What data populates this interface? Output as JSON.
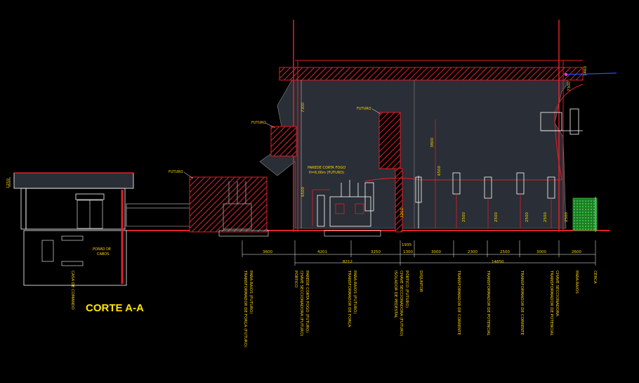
{
  "title": "CORTE A-A",
  "annotations": {
    "futuro_1": "FUTURO",
    "futuro_2": "FUTURO",
    "futuro_3": "FUTURO",
    "parede_corta_fogo_1": "PAREDE CORTA FOGO",
    "parede_corta_fogo_2": "H=6,00m (FUTURO)",
    "porao_1": "PORÃO DE",
    "porao_2": "CABOS"
  },
  "dimensions": {
    "h_3600": "3600",
    "h_4201": "4201",
    "h_3250": "3250",
    "h_1300": "1300",
    "h_3000": "3000",
    "h_2300": "2300",
    "h_2500": "2500",
    "h_3000b": "3000",
    "h_2600": "2600",
    "h_8212": "8212",
    "h_14850": "14850",
    "h_1935": "1935",
    "v_1460": "1460",
    "v_7300a": "7300",
    "v_7300b": "7300",
    "v_6500a": "6500",
    "v_6500b": "6500",
    "v_3800": "3800",
    "v_3200": "3200",
    "v_2500a": "2500",
    "v_2500b": "2500",
    "v_2500c": "2500",
    "v_2500d": "2500",
    "v_2500e": "2500",
    "v_1250": "1250"
  },
  "equipment_labels": [
    "CASA DE COMANDO",
    "TRANSFORMADOR DE FORÇA (FUTURO)",
    "PARA-RAIOS (FUTURO)",
    "PÓRTICO",
    "CHAVE SECCIONADORA (FUTURO)",
    "PAREDE CORTA FOGO (FUTURO)",
    "TRANSFORMADOR DE FORÇA",
    "PARA-RAIOS (FUTURO)",
    "ISOLADOR DE PEDESTAL",
    "CHAVE SECCIONADORA (FUTURO)",
    "PÓRTICO (FUTURO)",
    "DISJUNTOR",
    "TRANSFORMADOR DE CORRENTE",
    "TRANSFORMADOR DE POTENCIAL",
    "TRANSFORMADOR DE CORRENTE",
    "TRANSFORMADOR DE POTENCIAL",
    "CHAVE SECCIONADORA",
    "PARA-RAIOS",
    "CERCA"
  ],
  "colors": {
    "background": "#000000",
    "structure_red": "#e0202a",
    "text_yellow": "#ffd400",
    "title_yellow": "#ffe600",
    "lines_white": "#ffffff",
    "fill_gray": "#2a2e36",
    "fence_green": "#2fae3a",
    "cable_blue": "#2050ff",
    "magenta": "#ff30ff"
  }
}
